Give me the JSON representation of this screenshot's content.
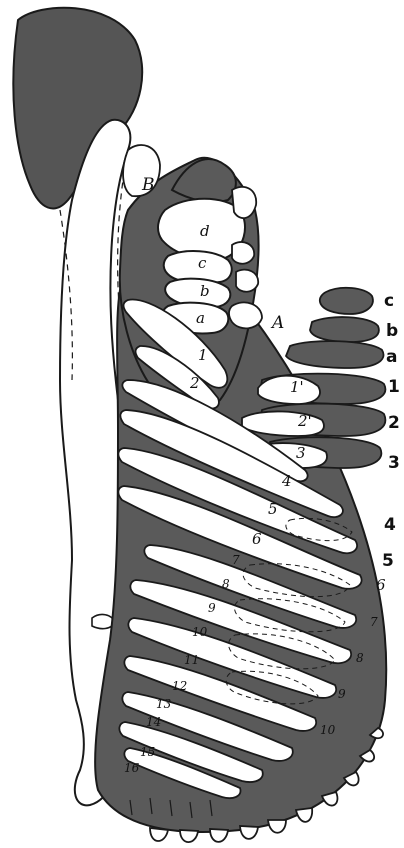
{
  "figure": {
    "colors": {
      "ink": "#1a1a1a",
      "dark_fill": "#5a5a5a",
      "light_fill": "#ffffff",
      "background": "#ffffff"
    },
    "labels": {
      "B": "B",
      "A": "A",
      "d": "d",
      "c": "c",
      "b": "b",
      "a": "a",
      "one": "1",
      "two": "2"
    },
    "primed_labels": [
      "1'",
      "2'",
      "3",
      "4",
      "5",
      "6",
      "7",
      "8",
      "9",
      "10",
      "11",
      "12",
      "13",
      "14",
      "15",
      "16"
    ],
    "right_labels": [
      "c",
      "b",
      "a",
      "1",
      "2",
      "3",
      "4",
      "5",
      "6",
      "7",
      "8",
      "9",
      "10"
    ]
  }
}
